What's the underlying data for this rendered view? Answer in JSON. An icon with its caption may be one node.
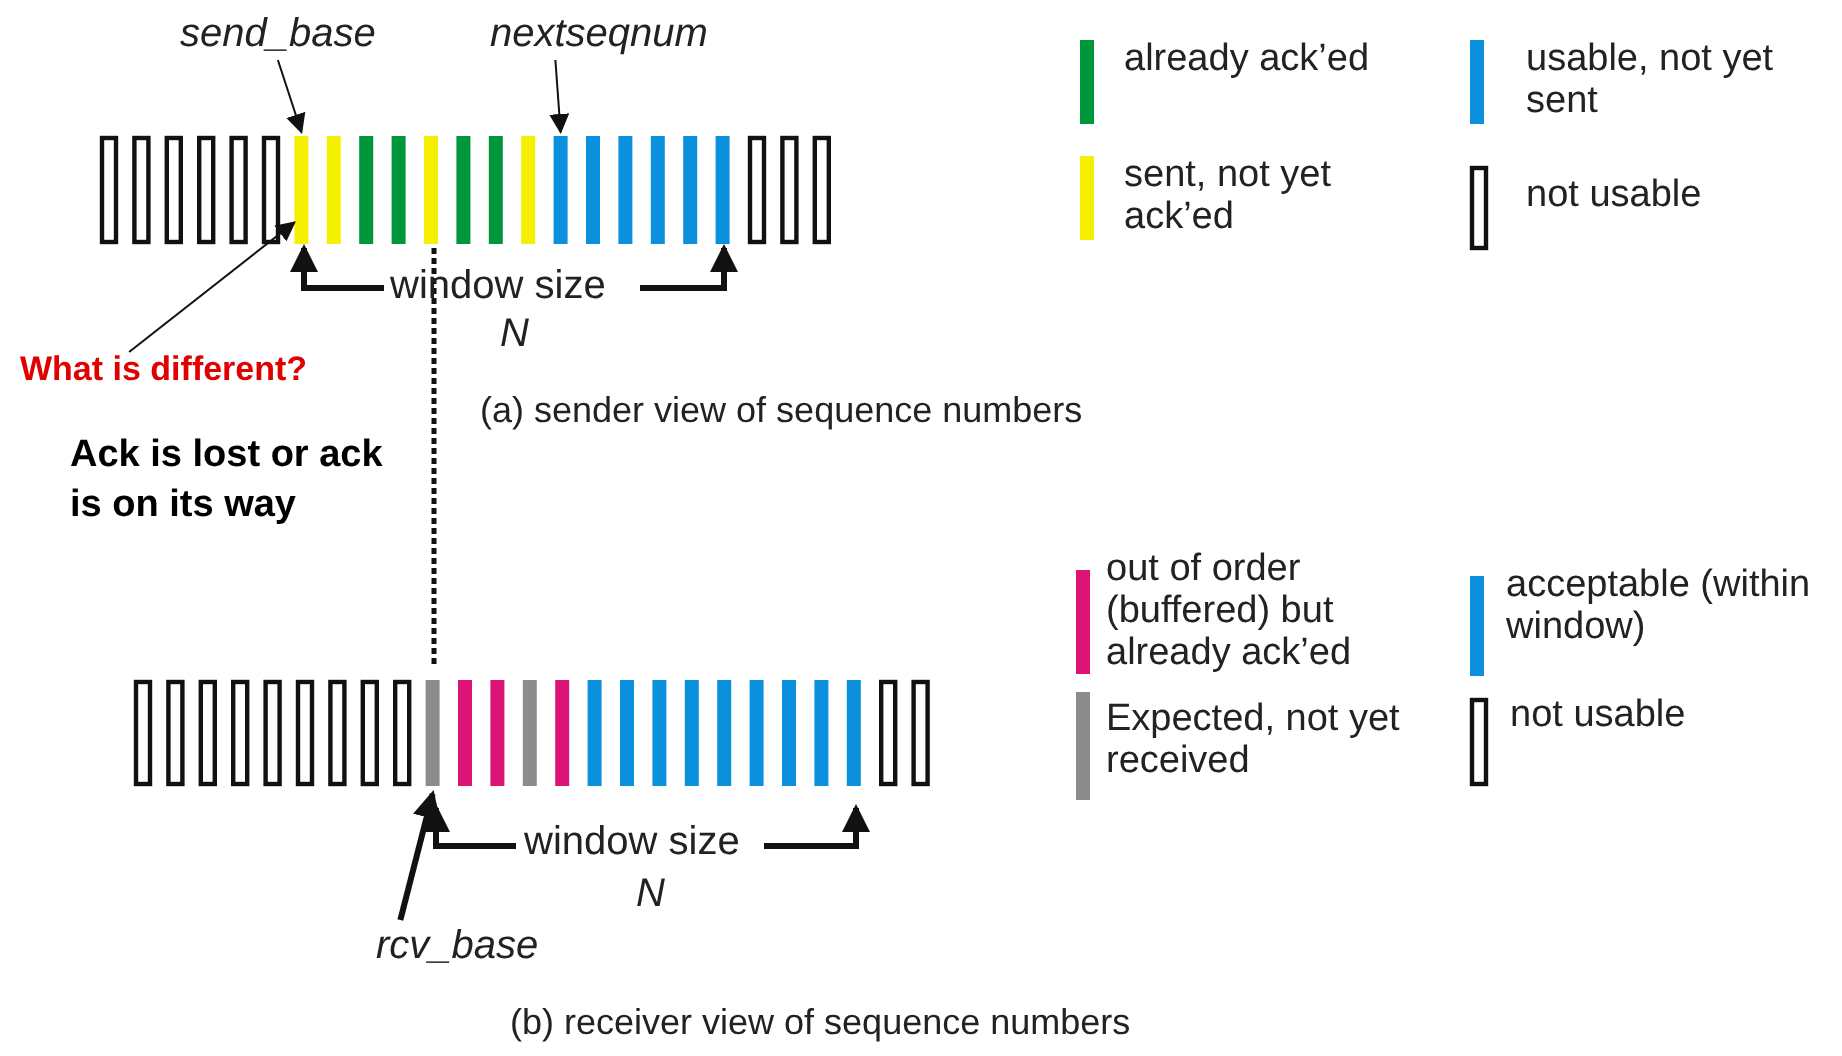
{
  "diagram": {
    "nodes": [
      {
        "text": [
          "send_base"
        ]
      },
      {
        "text": [
          "nextseqnum"
        ]
      },
      {
        "text": [],
        "shape": "bar"
      },
      {
        "text": [],
        "shape": "bar"
      },
      {
        "text": [
          "What is different?"
        ]
      },
      {
        "text": [],
        "shape": "bar"
      },
      {
        "text": [
          "rcv_base"
        ]
      }
    ],
    "edges": [
      {
        "from": 0,
        "to": 2,
        "arrow": "to"
      },
      {
        "from": 1,
        "to": 3,
        "arrow": "to"
      },
      {
        "from": 4,
        "to": 2,
        "arrow": "to"
      },
      {
        "from": 6,
        "to": 5,
        "arrow": "to",
        "style": "thick"
      }
    ],
    "labels": [
      "window size",
      "N",
      "(a) sender view of sequence numbers",
      "Ack is lost or ack is on its way",
      "window size",
      "N",
      "(b) receiver view of sequence numbers"
    ],
    "legend": [
      {
        "text": "already ack’ed",
        "color": "#00963c"
      },
      {
        "text": "usable, not yet sent",
        "color": "#0a90dc"
      },
      {
        "text": "sent, not yet ack’ed",
        "color": "#f5f000"
      },
      {
        "text": "not usable"
      },
      {
        "text": "out of order (buffered) but already ack’ed",
        "color": "#dc1478"
      },
      {
        "text": "acceptable (within window)",
        "color": "#0a90dc"
      },
      {
        "text": "Expected, not yet received",
        "color": "#8c8c8c"
      },
      {
        "text": "not usable"
      }
    ]
  }
}
